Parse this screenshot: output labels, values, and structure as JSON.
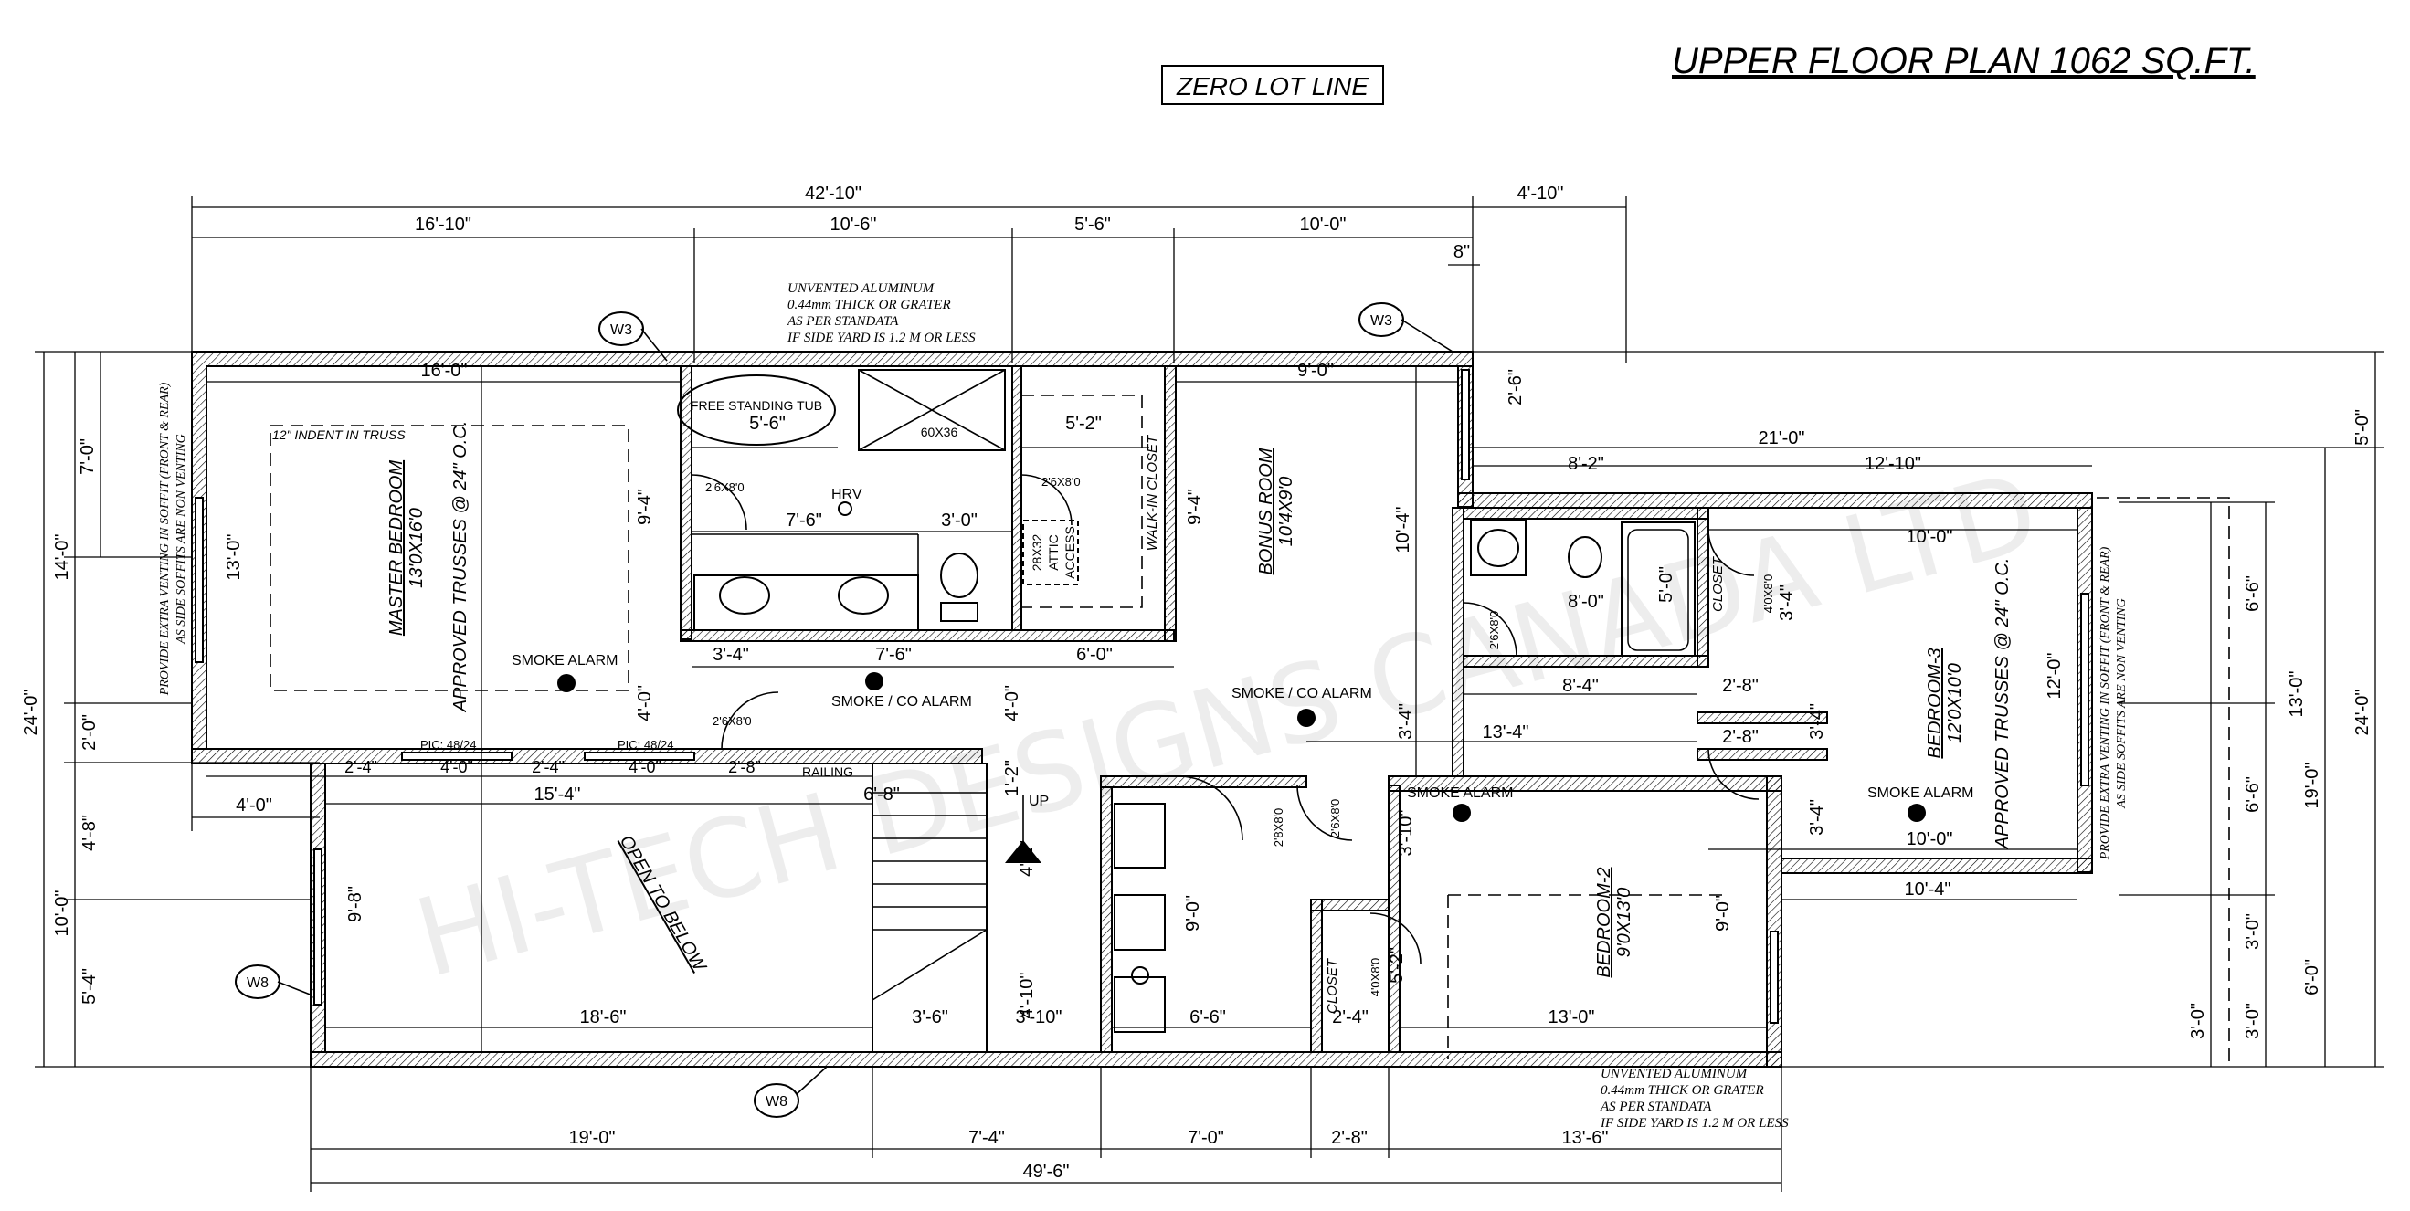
{
  "header": {
    "title": "UPPER FLOOR PLAN 1062 SQ.FT.",
    "zero_lot": "ZERO LOT LINE"
  },
  "watermark": "HI-TECH DESIGNS CANADA LTD",
  "notes": {
    "vent_top": [
      "UNVENTED ALUMINUM",
      "0.44mm THICK OR GRATER",
      "AS PER STANDATA",
      "IF SIDE YARD IS 1.2 M OR LESS"
    ],
    "vent_bottom": [
      "UNVENTED ALUMINUM",
      "0.44mm THICK OR GRATER",
      "AS PER STANDATA",
      "IF SIDE YARD IS 1.2 M OR LESS"
    ],
    "soffit_left": [
      "PROVIDE EXTRA VENTING IN SOFFIT (FRONT & REAR)",
      "AS SIDE SOFFITS ARE NON VENTING"
    ],
    "soffit_right": [
      "PROVIDE EXTRA VENTING IN SOFFIT (FRONT & REAR)",
      "AS SIDE SOFFITS ARE NON VENTING"
    ]
  },
  "rooms": {
    "master": {
      "name": "MASTER BEDROOM",
      "size": "13'0X16'0",
      "trusses": "APPROVED TRUSSES @ 24\" O.C.",
      "indent": "12\" INDENT IN TRUSS"
    },
    "bonus": {
      "name": "BONUS ROOM",
      "size": "10'4X9'0"
    },
    "bedroom2": {
      "name": "BEDROOM-2",
      "size": "9'0X13'0"
    },
    "bedroom3": {
      "name": "BEDROOM-3",
      "size": "12'0X10'0",
      "trusses": "APPROVED TRUSSES @ 24\" O.C."
    },
    "open_below": "OPEN TO BELOW",
    "walkin": "WALK-IN CLOSET",
    "closet": "CLOSET",
    "tub": "FREE STANDING TUB",
    "shower": "60X36",
    "attic": [
      "28X32",
      "ATTIC",
      "ACCESS"
    ],
    "hrv": "HRV",
    "railing": "RAILING",
    "up": "UP"
  },
  "alarms": {
    "smoke": "SMOKE ALARM",
    "smoke_co": "SMOKE / CO ALARM"
  },
  "tags": {
    "w3": "W3",
    "w8": "W8",
    "pic": "PIC: 48/24"
  },
  "doors": {
    "d26": "2'6X8'0",
    "d28": "2'8X8'0",
    "d40": "4'0X8'0"
  },
  "dimensions": {
    "overall_top": "42'-10\"",
    "side_top": "4'-10\"",
    "top_1": "16'-10\"",
    "top_2": "10'-6\"",
    "top_3": "5'-6\"",
    "top_4": "10'-0\"",
    "eight": "8\"",
    "master_w": "16'-0\"",
    "tub_w": "5'-6\"",
    "walkin_w": "5'-2\"",
    "bonus_w": "9'-0\"",
    "bath_w": "7'-6\"",
    "wc_w": "3'-0\"",
    "overall_right": "21'-0\"",
    "r_8_2": "8'-2\"",
    "r_12_10": "12'-10\"",
    "b3_top": "10'-0\"",
    "b3_bot": "10'-0\"",
    "b3_ext": "10'-4\"",
    "v_9_4": "9'-4\"",
    "v_10_4": "10'-4\"",
    "v_4_0": "4'-0\"",
    "v_2_6": "2'-6\"",
    "v_5_0": "5'-0\"",
    "v_12_0": "12'-0\"",
    "v_3_4": "3'-4\"",
    "v_9_0": "9'-0\"",
    "v_9_8": "9'-8\"",
    "v_13_0": "13'-0\"",
    "v_7_0": "7'-0\"",
    "v_14_0": "14'-0\"",
    "v_24_0": "24'-0\"",
    "v_2_0": "2'-0\"",
    "v_4_8": "4'-8\"",
    "v_10_0": "10'-0\"",
    "v_5_4": "5'-4\"",
    "v_6_6": "6'-6\"",
    "v_3_0": "3'-0\"",
    "v_6_0": "6'-0\"",
    "v_19_0": "19'-0\"",
    "v_1_2": "1'-2\"",
    "v_4_2": "4'-2\"",
    "v_4_10": "4'-10\"",
    "v_3_10": "3'-10\"",
    "h_3_4": "3'-4\"",
    "h_6_0": "6'-0\"",
    "h_2_4": "2'-4\"",
    "h_4_0": "4'-0\"",
    "h_2_8": "2'-8\"",
    "h_15_4": "15'-4\"",
    "h_6_8": "6'-8\"",
    "h_8_4": "8'-4\"",
    "h_8_0": "8'-0\"",
    "h_13_4": "13'-4\"",
    "h_18_6": "18'-6\"",
    "h_3_6": "3'-6\"",
    "h_3_10": "3'-10\"",
    "h_6_6": "6'-6\"",
    "h_2_4b": "2'-4\"",
    "h_13_0": "13'-0\"",
    "h_5_2": "5'-2\"",
    "bot_1": "19'-0\"",
    "bot_2": "7'-4\"",
    "bot_3": "7'-0\"",
    "bot_4": "2'-8\"",
    "bot_5": "13'-6\"",
    "bot_total": "49'-6\""
  }
}
